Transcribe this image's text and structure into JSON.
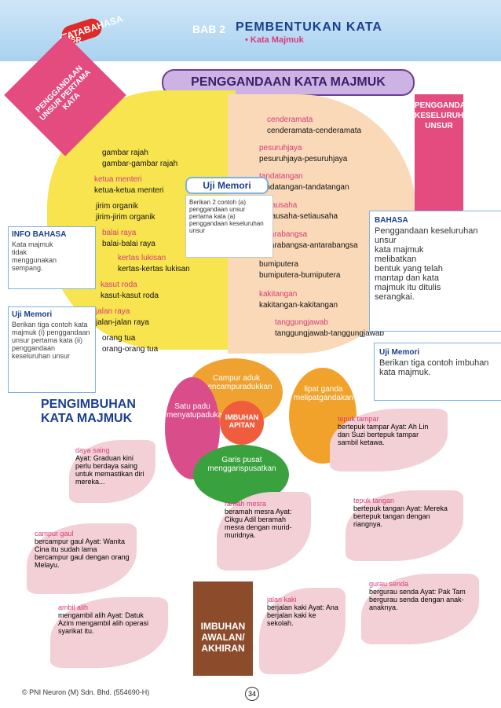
{
  "header": {
    "brand_chip": "TATABAHASA",
    "brand_sub": "UPSR",
    "bab": "BAB 2",
    "title": "PEMBENTUKAN KATA",
    "subtitle": "• Kata Majmuk"
  },
  "banner": "PENGGANDAAN KATA MAJMUK",
  "left_tag": "PENGGANDAAN UNSUR PERTAMA KATA",
  "right_tag": "PENGGANDAAN KESELURUHAN UNSUR",
  "left_examples": [
    {
      "base": "gambar rajah",
      "full": "gambar-gambar rajah"
    },
    {
      "base": "ketua menteri",
      "full": "ketua-ketua menteri"
    },
    {
      "base": "jirim organik",
      "full": "jirim-jirim organik"
    },
    {
      "base": "balai raya",
      "full": "balai-balai raya"
    },
    {
      "base": "kertas lukisan",
      "full": "kertas-kertas lukisan"
    },
    {
      "base": "kasut roda",
      "full": "kasut-kasut roda"
    },
    {
      "base": "jalan raya",
      "full": "jalan-jalan raya"
    },
    {
      "base": "orang tua",
      "full": "orang-orang tua"
    }
  ],
  "right_examples": [
    {
      "base": "cenderamata",
      "full": "cenderamata-cenderamata"
    },
    {
      "base": "pesuruhjaya",
      "full": "pesuruhjaya-pesuruhjaya"
    },
    {
      "base": "tandatangan",
      "full": "tandatangan-tandatangan"
    },
    {
      "base": "setiausaha",
      "full": "setiausaha-setiausaha"
    },
    {
      "base": "antarabangsa",
      "full": "antarabangsa-antarabangsa"
    },
    {
      "base": "bumiputera",
      "full": "bumiputera-bumiputera"
    },
    {
      "base": "kakitangan",
      "full": "kakitangan-kakitangan"
    },
    {
      "base": "tanggungjawab",
      "full": "tanggungjawab-tanggungjawab"
    }
  ],
  "uji_center": {
    "title": "Uji Memori",
    "text": "Berikan 2 contoh (a) penggandaan unsur pertama kata (a) penggandaan keseluruhan unsur"
  },
  "info_left": {
    "hdr": "INFO BAHASA",
    "lines": [
      "Kata majmuk",
      "tidak",
      "menggunakan",
      "sempang."
    ]
  },
  "uji_left": {
    "title": "Uji Memori",
    "text": "Berikan tiga contoh kata majmuk (i) penggandaan unsur pertama kata (ii) penggandaan keseluruhan unsur"
  },
  "info_right": {
    "hdr": "BAHASA",
    "lines": [
      "Penggandaan keseluruhan unsur",
      "kata majmuk",
      "melibatkan",
      "bentuk yang telah",
      "mantap dan kata",
      "majmuk itu ditulis",
      "serangkai."
    ]
  },
  "uji_right": {
    "title": "Uji Memori",
    "text": "Berikan tiga contoh imbuhan kata majmuk."
  },
  "pengimbuhan": "PENGIMBUHAN KATA MAJMUK",
  "flower": {
    "center": "IMBUHAN APITAN",
    "petals": [
      {
        "label": "Campur aduk",
        "sub": "mencampuradukkan"
      },
      {
        "label": "lipat ganda",
        "sub": "melipatgandakan"
      },
      {
        "label": "Garis pusat",
        "sub": "menggarispusatkan"
      },
      {
        "label": "Satu padu",
        "sub": "menyatupadukan"
      }
    ]
  },
  "leaves": [
    {
      "word": "daya saing",
      "ayat": "Ayat: Graduan kini perlu berdaya saing untuk memastikan diri mereka..."
    },
    {
      "word": "tepuk tampar",
      "ayat": "bertepuk tampar Ayat: Ah Lin dan Suzi bertepuk tampar sambil ketawa."
    },
    {
      "word": "ramah mesra",
      "ayat": "beramah mesra Ayat: Cikgu Adil beramah mesra dengan murid-muridnya."
    },
    {
      "word": "tepuk tangan",
      "ayat": "bertepuk tangan Ayat: Mereka bertepuk tangan dengan riangnya."
    },
    {
      "word": "campur gaul",
      "ayat": "bercampur gaul Ayat: Wanita Cina itu sudah lama bercampur gaul dengan orang Melayu."
    },
    {
      "word": "gurau senda",
      "ayat": "bergurau senda Ayat: Pak Tam bergurau senda dengan anak-anaknya."
    },
    {
      "word": "ambil alih",
      "ayat": "mengambil alih Ayat: Datuk Azim mengambil alih operasi syarikat itu."
    },
    {
      "word": "jalan kaki",
      "ayat": "berjalan kaki Ayat: Ana berjalan kaki ke sekolah."
    }
  ],
  "trunk": "IMBUHAN AWALAN/ AKHIRAN",
  "footer": "© PNI Neuron (M) Sdn. Bhd. (554690-H)",
  "page": "34"
}
